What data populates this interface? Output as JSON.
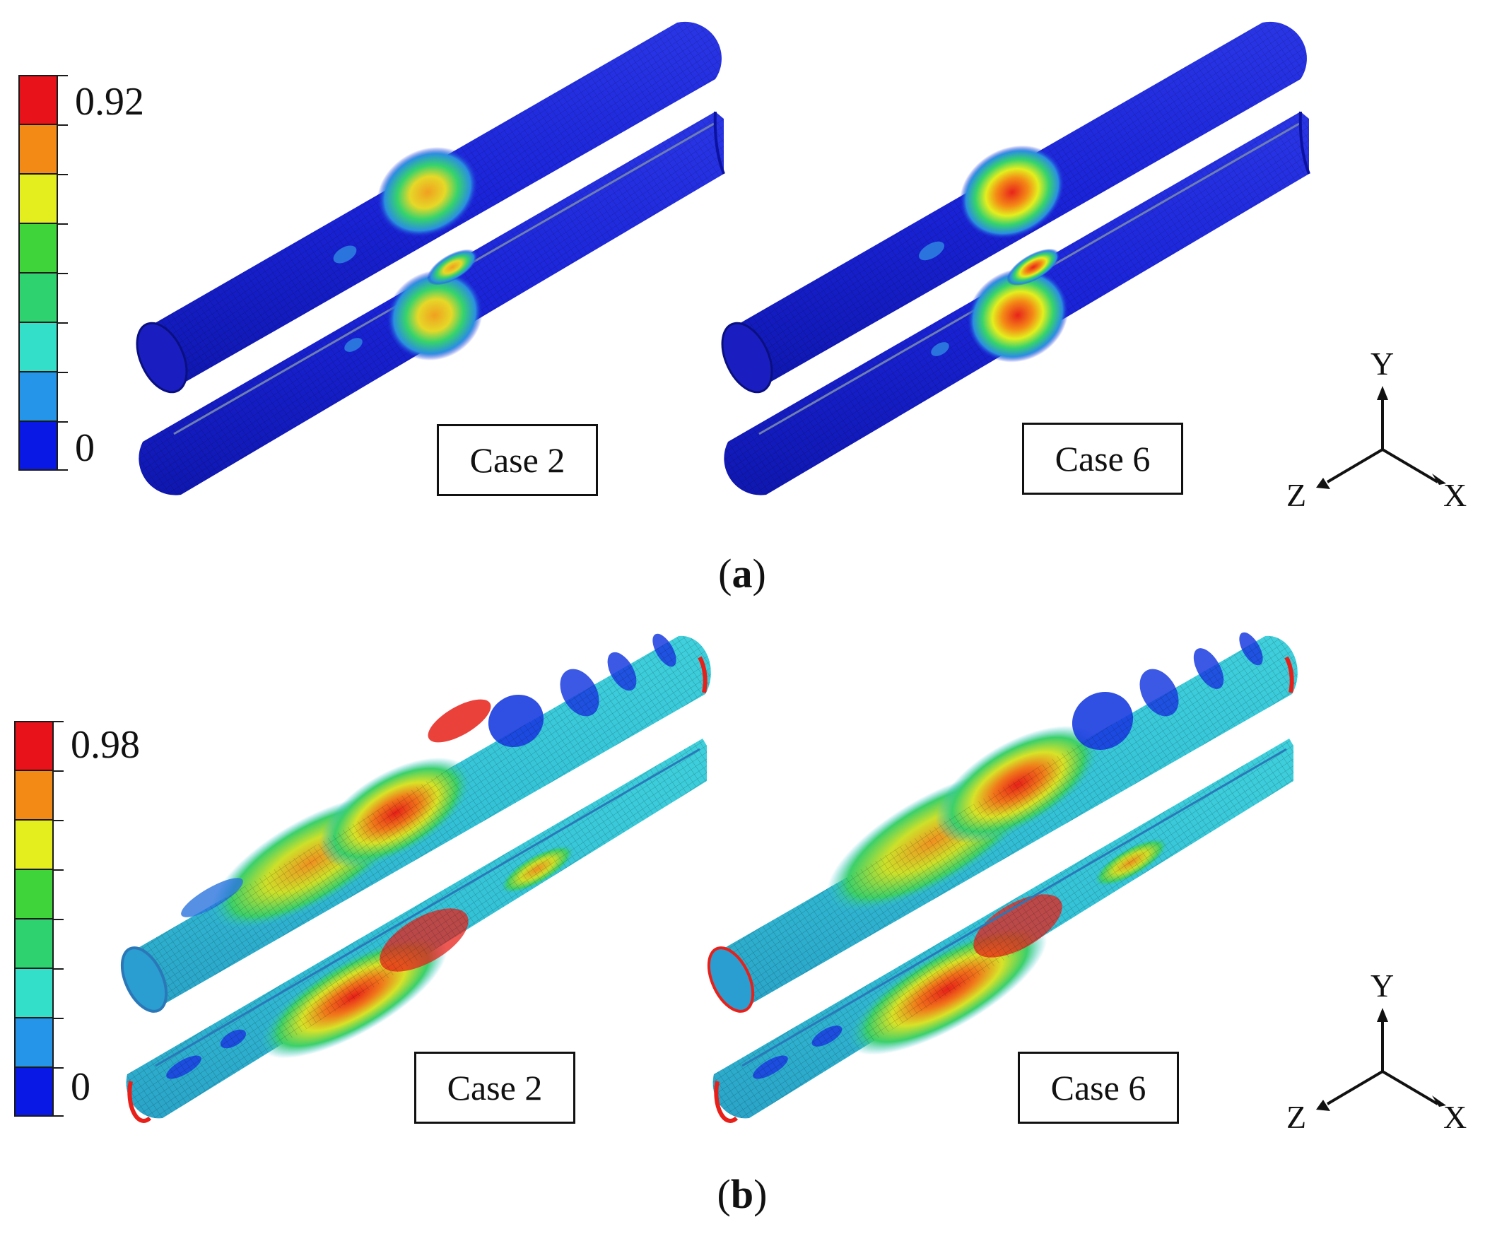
{
  "panels": [
    {
      "id": "a",
      "caption_letter": "a",
      "legend": {
        "max_label": "0.92",
        "min_label": "0"
      },
      "cases": [
        "Case 2",
        "Case 6"
      ]
    },
    {
      "id": "b",
      "caption_letter": "b",
      "legend": {
        "max_label": "0.98",
        "min_label": "0"
      },
      "cases": [
        "Case 2",
        "Case 6"
      ]
    }
  ],
  "axes": {
    "y": "Y",
    "z": "Z",
    "x": "X"
  },
  "colors": {
    "scale": [
      "#e8121b",
      "#f48a16",
      "#e4ee1e",
      "#3fd43a",
      "#2ed36f",
      "#34dfc9",
      "#2495e8",
      "#0a18e6"
    ],
    "pipe_base_a": "#1a23d8",
    "pipe_base_b": "#33c1d6"
  }
}
